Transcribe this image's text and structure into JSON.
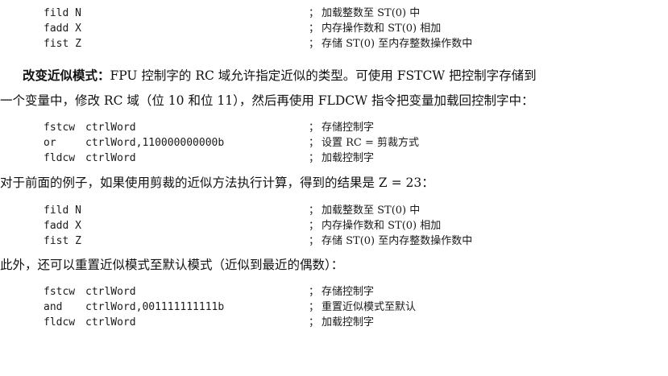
{
  "block1": [
    {
      "code": "fild N",
      "comment": "加载整数至 ST(0) 中"
    },
    {
      "code": "fadd X",
      "comment": "内存操作数和 ST(0) 相加"
    },
    {
      "code": "fist Z",
      "comment": "存储 ST(0) 至内存整数操作数中"
    }
  ],
  "para1": {
    "heading": "改变近似模式：",
    "line1": "FPU 控制字的 RC 域允许指定近似的类型。可使用 FSTCW 把控制字存储到",
    "line2": "一个变量中，修改 RC 域（位 10 和位 11），然后再使用 FLDCW 指令把变量加载回控制字中："
  },
  "block2": [
    {
      "op": "fstcw",
      "arg": "ctrlWord",
      "comment": "存储控制字"
    },
    {
      "op": "or",
      "arg": "ctrlWord,110000000000b",
      "comment": "设置 RC = 剪裁方式"
    },
    {
      "op": "fldcw",
      "arg": "ctrlWord",
      "comment": "加载控制字"
    }
  ],
  "para2": "对于前面的例子，如果使用剪裁的近似方法执行计算，得到的结果是 Z = 23：",
  "block3": [
    {
      "code": "fild N",
      "comment": "加载整数至 ST(0) 中"
    },
    {
      "code": "fadd X",
      "comment": "内存操作数和 ST(0) 相加"
    },
    {
      "code": "fist Z",
      "comment": "存储 ST(0) 至内存整数操作数中"
    }
  ],
  "para3": "此外，还可以重置近似模式至默认模式（近似到最近的偶数）：",
  "block4": [
    {
      "op": "fstcw",
      "arg": "ctrlWord",
      "comment": "存储控制字"
    },
    {
      "op": "and",
      "arg": "ctrlWord,001111111111b",
      "comment": "重置近似模式至默认"
    },
    {
      "op": "fldcw",
      "arg": "ctrlWord",
      "comment": "加载控制字"
    }
  ],
  "comment_marker": "；"
}
